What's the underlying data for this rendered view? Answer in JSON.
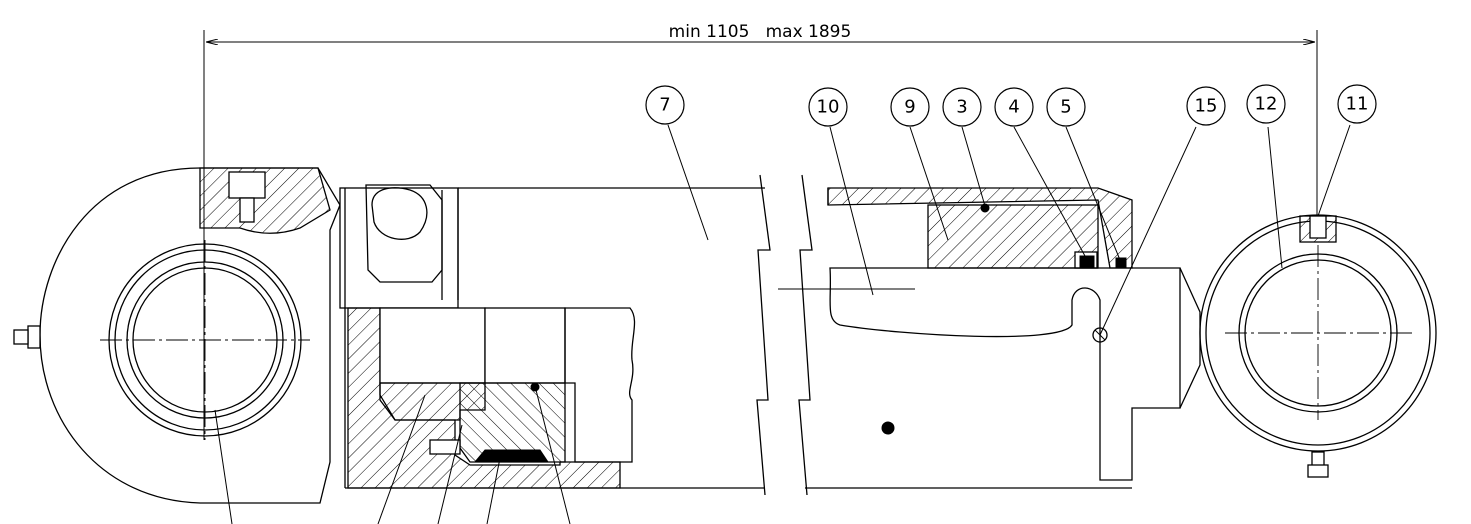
{
  "dimension": {
    "label": "min 1105   max 1895"
  },
  "balloons": [
    {
      "label": "7"
    },
    {
      "label": "10"
    },
    {
      "label": "9"
    },
    {
      "label": "3"
    },
    {
      "label": "4"
    },
    {
      "label": "5"
    },
    {
      "label": "15"
    },
    {
      "label": "12"
    },
    {
      "label": "11"
    }
  ]
}
